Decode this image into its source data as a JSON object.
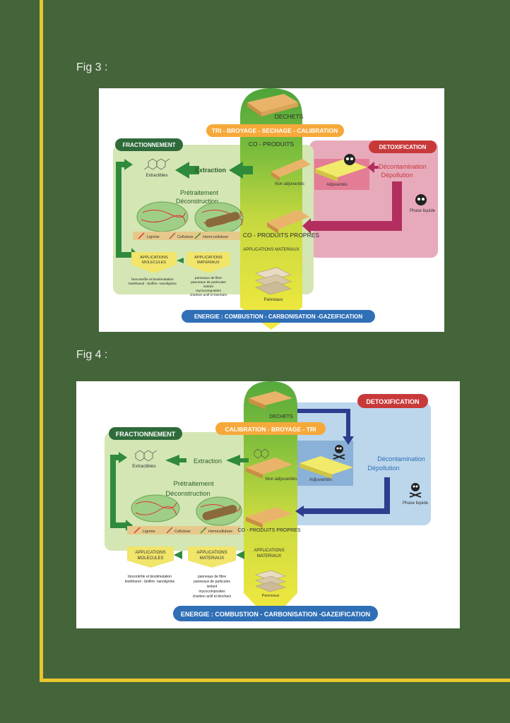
{
  "fig3": {
    "label": "Fig 3 :",
    "dechets": "DECHETS",
    "process_bar": "TRI - BROYAGE - SECHAGE - CALIBRATION",
    "fractionnement": "FRACTIONNEMENT",
    "coproduits": "CO - PRODUITS",
    "detox": "DETOXIFICATION",
    "extractibles": "Extractibles",
    "extraction": "Extraction",
    "non_adjuvantes": "Non adjuvantés",
    "adjuvantes": "Adjuvantés",
    "decontamination": "Décontamination",
    "depollution": "Dépollution",
    "pretraitement": "Prétraitement",
    "deconstruction": "Déconstruction",
    "phase_liquide": "Phase liquide",
    "lignine": "Lignine",
    "cellulose": "Cellulose",
    "hemicellulose": "Hemi-cellulose",
    "coproduits_propres": "CO - PRODUITS PROPRES",
    "app_molecules": [
      "APPLICATIONS",
      "MOLECULES"
    ],
    "app_materiaux": [
      "APPLICATIONS",
      "MATERIAUX"
    ],
    "app_materiaux_center": "APPLICATIONS MATERIAUX",
    "molecules_desc": [
      "biocontrôle et biostimulation",
      "bioéthanol  -  biofilm- nanolignine"
    ],
    "materiaux_desc": [
      "panneaux de fibre",
      "panneaux de particules",
      "isolant",
      "mycocomposites",
      "charbon actif et biochars"
    ],
    "panneaux": "Panneaux",
    "energie": "ENERGIE : COMBUSTION - CARBONISATION -GAZEIFICATION"
  },
  "fig4": {
    "label": "Fig 4 :",
    "dechets": "DECHETS",
    "process_bar": "CALIBRATION - BROYAGE - TRI",
    "fractionnement": "FRACTIONNEMENT",
    "detox": "DETOXIFICATION",
    "extractibles": "Extractibles",
    "extraction": "Extraction",
    "non_adjuvantes": "Non adjuvantés",
    "adjuvantes": "Adjuvantés",
    "decontamination": "Décontamination",
    "depollution": "Dépollution",
    "pretraitement": "Prétraitement",
    "deconstruction": "Déconstruction",
    "phase_liquide": "Phase liquide",
    "lignine": "Lignine",
    "cellulose": "Cellulose",
    "hemicellulose": "Hemicellulose",
    "coproduits_propres": "CO - PRODUITS PROPRES",
    "app_molecules": [
      "APPLICATIONS",
      "MOLECULES"
    ],
    "app_materiaux": [
      "APPLICATIONS",
      "MATERIAUX"
    ],
    "app_materiaux_center": [
      "APPLICATIONS",
      "MATERIAUX"
    ],
    "molecules_desc": [
      "biocontrôle et biostimulation",
      "bioéthanol  -  biofilm-  nanolignine"
    ],
    "materiaux_desc": [
      "panneaux de fibre",
      "panneaux de particules",
      "isolant",
      "mycocomposites",
      "charbon actif et biochars"
    ],
    "panneaux": "Panneaux",
    "energie": "ENERGIE : COMBUSTION - CARBONISATION -GAZEIFICATION"
  },
  "colors": {
    "page_bg": "#44643a",
    "frame": "#e7c62d",
    "green_dark": "#2f8a3c",
    "green_column": "#55a83c",
    "lime_column": "#c7d93f",
    "yellow": "#f1e546",
    "orange": "#f6a93a",
    "red": "#c8393a",
    "pink_bg": "#e7aabb",
    "magenta": "#b32d5f",
    "blue": "#2f6fb6",
    "light_blue": "#bcd6ec",
    "navy": "#2e3d8f",
    "wood": "#f2c98a"
  }
}
